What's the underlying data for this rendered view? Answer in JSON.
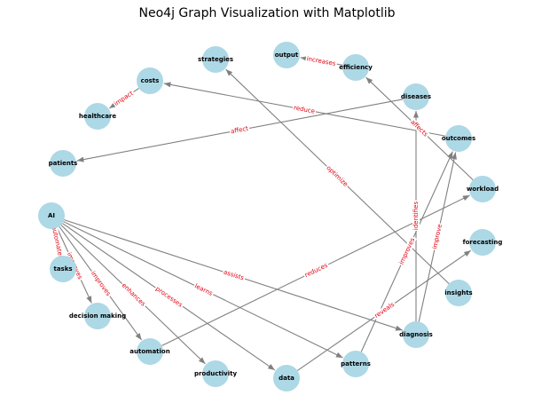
{
  "title": "Neo4j Graph Visualization with Matplotlib",
  "colors": {
    "node": "#add8e6",
    "edge": "#808080",
    "edge_label": "#e0000f",
    "text": "#000000"
  },
  "nodes": [
    {
      "id": "strategies",
      "label": "strategies"
    },
    {
      "id": "output",
      "label": "output"
    },
    {
      "id": "efficiency",
      "label": "efficiency"
    },
    {
      "id": "costs",
      "label": "costs"
    },
    {
      "id": "diseases",
      "label": "diseases"
    },
    {
      "id": "healthcare",
      "label": "healthcare"
    },
    {
      "id": "outcomes",
      "label": "outcomes"
    },
    {
      "id": "patients",
      "label": "patients"
    },
    {
      "id": "workload",
      "label": "workload"
    },
    {
      "id": "AI",
      "label": "AI"
    },
    {
      "id": "forecasting",
      "label": "forecasting"
    },
    {
      "id": "tasks",
      "label": "tasks"
    },
    {
      "id": "insights",
      "label": "insights"
    },
    {
      "id": "decision making",
      "label": "decision making"
    },
    {
      "id": "diagnosis",
      "label": "diagnosis"
    },
    {
      "id": "automation",
      "label": "automation"
    },
    {
      "id": "patterns",
      "label": "patterns"
    },
    {
      "id": "productivity",
      "label": "productivity"
    },
    {
      "id": "data",
      "label": "data"
    }
  ],
  "edges": [
    {
      "source": "AI",
      "target": "tasks",
      "label": "automates"
    },
    {
      "source": "AI",
      "target": "decision making",
      "label": "improves"
    },
    {
      "source": "AI",
      "target": "automation",
      "label": "improves"
    },
    {
      "source": "AI",
      "target": "productivity",
      "label": "enhances"
    },
    {
      "source": "AI",
      "target": "data",
      "label": "processes"
    },
    {
      "source": "AI",
      "target": "patterns",
      "label": "learns"
    },
    {
      "source": "AI",
      "target": "diagnosis",
      "label": "assists"
    },
    {
      "source": "automation",
      "target": "workload",
      "label": "reduces"
    },
    {
      "source": "data",
      "target": "forecasting",
      "label": "reveals"
    },
    {
      "source": "patterns",
      "target": "outcomes",
      "label": "improves"
    },
    {
      "source": "diagnosis",
      "target": "diseases",
      "label": "identifies"
    },
    {
      "source": "diagnosis",
      "target": "outcomes",
      "label": "improve"
    },
    {
      "source": "insights",
      "target": "strategies",
      "label": "optimize"
    },
    {
      "source": "workload",
      "target": "efficiency",
      "label": "affects"
    },
    {
      "source": "efficiency",
      "target": "output",
      "label": "increases"
    },
    {
      "source": "outcomes",
      "target": "costs",
      "label": "reduce"
    },
    {
      "source": "costs",
      "target": "healthcare",
      "label": "impact"
    },
    {
      "source": "diseases",
      "target": "patients",
      "label": "affect"
    }
  ]
}
